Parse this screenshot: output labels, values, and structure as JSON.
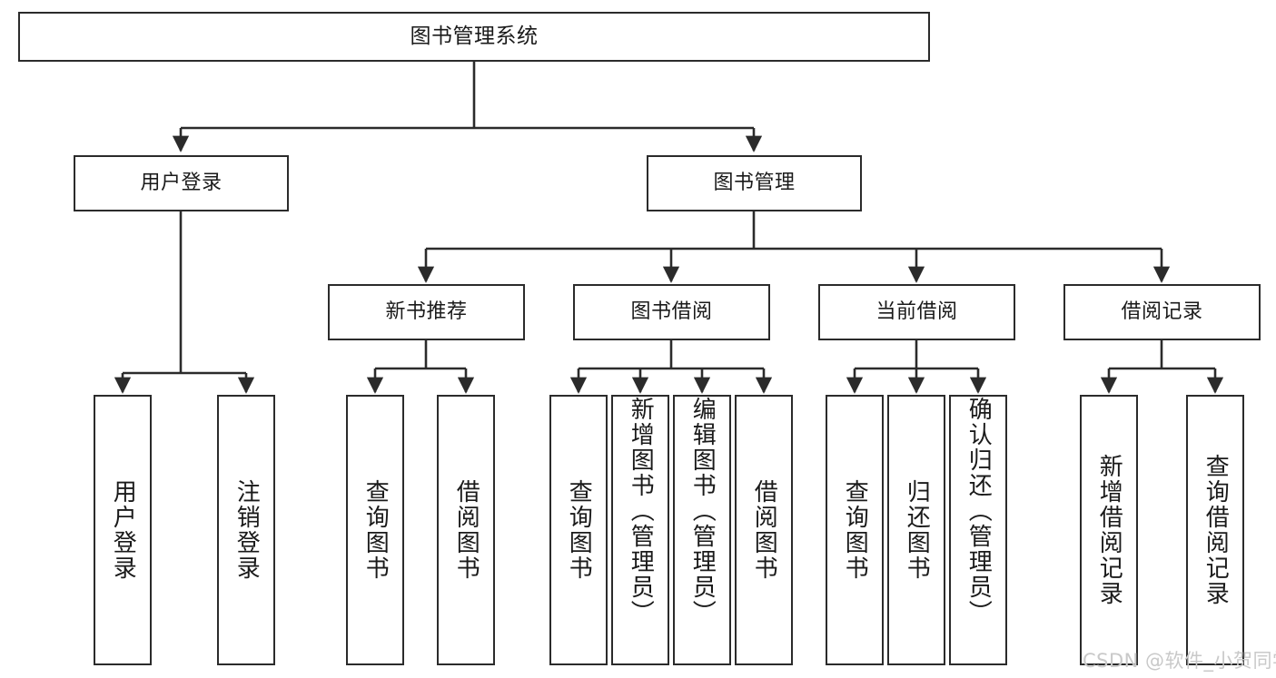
{
  "diagram": {
    "type": "tree-hierarchy-chart",
    "title": "图书管理系统",
    "stroke_color": "#2b2b2b",
    "background_color": "#ffffff",
    "text_color": "#1a1a1a",
    "levels": 4
  },
  "nodes": {
    "root": {
      "label": "图书管理系统",
      "level": 1,
      "orientation": "horizontal"
    },
    "l2": [
      {
        "id": "user-login",
        "label": "用户登录",
        "level": 2,
        "orientation": "horizontal"
      },
      {
        "id": "book-management",
        "label": "图书管理",
        "level": 2,
        "orientation": "horizontal"
      }
    ],
    "l3": [
      {
        "id": "new-book-recommend",
        "label": "新书推荐",
        "level": 3,
        "orientation": "horizontal",
        "parent": "book-management"
      },
      {
        "id": "book-borrow",
        "label": "图书借阅",
        "level": 3,
        "orientation": "horizontal",
        "parent": "book-management"
      },
      {
        "id": "current-borrow",
        "label": "当前借阅",
        "level": 3,
        "orientation": "horizontal",
        "parent": "book-management"
      },
      {
        "id": "borrow-record",
        "label": "借阅记录",
        "level": 3,
        "orientation": "horizontal",
        "parent": "book-management"
      }
    ],
    "l4": [
      {
        "id": "leaf-user-login",
        "label": "用户登录",
        "parent": "user-login",
        "orientation": "vertical",
        "align": "middle"
      },
      {
        "id": "leaf-logout",
        "label": "注销登录",
        "parent": "user-login",
        "orientation": "vertical",
        "align": "middle"
      },
      {
        "id": "leaf-query-book-1",
        "label": "查询图书",
        "parent": "new-book-recommend",
        "orientation": "vertical",
        "align": "middle"
      },
      {
        "id": "leaf-borrow-book-1",
        "label": "借阅图书",
        "parent": "new-book-recommend",
        "orientation": "vertical",
        "align": "middle"
      },
      {
        "id": "leaf-query-book-2",
        "label": "查询图书",
        "parent": "book-borrow",
        "orientation": "vertical",
        "align": "middle"
      },
      {
        "id": "leaf-add-book-admin",
        "label": "新增图书（管理员）",
        "parent": "book-borrow",
        "orientation": "vertical",
        "align": "top"
      },
      {
        "id": "leaf-edit-book-admin",
        "label": "编辑图书（管理员）",
        "parent": "book-borrow",
        "orientation": "vertical",
        "align": "top"
      },
      {
        "id": "leaf-borrow-book-2",
        "label": "借阅图书",
        "parent": "book-borrow",
        "orientation": "vertical",
        "align": "middle"
      },
      {
        "id": "leaf-query-book-3",
        "label": "查询图书",
        "parent": "current-borrow",
        "orientation": "vertical",
        "align": "middle"
      },
      {
        "id": "leaf-return-book",
        "label": "归还图书",
        "parent": "current-borrow",
        "orientation": "vertical",
        "align": "middle"
      },
      {
        "id": "leaf-confirm-return-admin",
        "label": "确认归还（管理员）",
        "parent": "current-borrow",
        "orientation": "vertical",
        "align": "top"
      },
      {
        "id": "leaf-add-borrow-record",
        "label": "新增借阅记录",
        "parent": "borrow-record",
        "orientation": "vertical",
        "align": "middle"
      },
      {
        "id": "leaf-query-borrow-record",
        "label": "查询借阅记录",
        "parent": "borrow-record",
        "orientation": "vertical",
        "align": "middle"
      }
    ]
  },
  "watermark": {
    "text": "CSDN @软件_小贺同学",
    "color": "#c9c9c9"
  }
}
